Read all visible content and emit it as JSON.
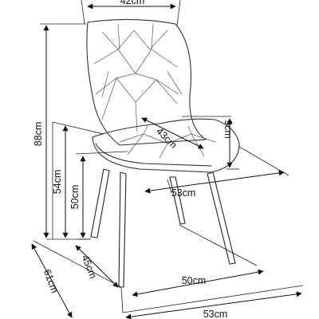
{
  "dimensions": {
    "backrest_width": "42cm",
    "total_height": "88cm",
    "seat_height_front": "54cm",
    "seat_height": "50cm",
    "seat_depth": "43cm",
    "armrest_height": "9cm",
    "seat_width": "53cm",
    "base_depth": "45cm",
    "base_width": "50cm",
    "total_depth": "61cm",
    "total_width": "53cm"
  },
  "colors": {
    "line": "#111111",
    "background": "#ffffff"
  }
}
